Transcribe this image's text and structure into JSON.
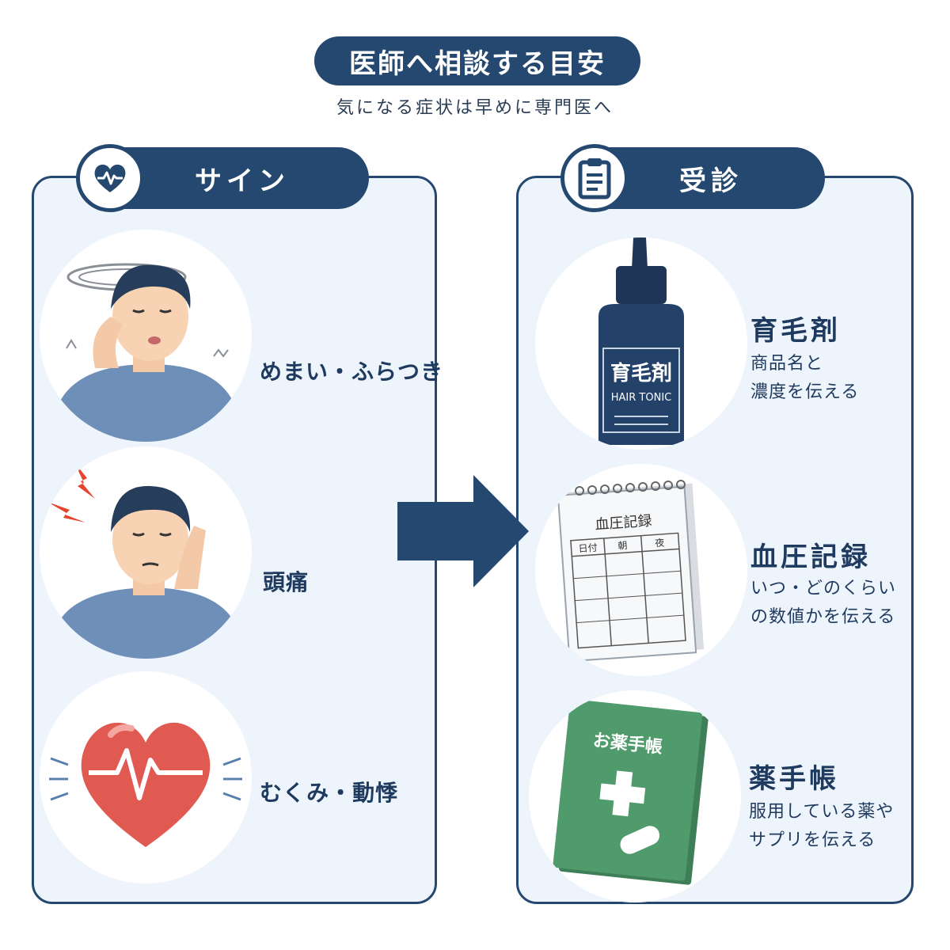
{
  "header": {
    "title": "医師へ相談する目安",
    "subtitle": "気になる症状は早めに専門医へ"
  },
  "left_panel": {
    "heading": "サイン",
    "heading_icon": "heart-pulse-icon",
    "items": [
      {
        "label": "めまい・ふらつき",
        "illustration": "dizzy-man"
      },
      {
        "label": "頭痛",
        "illustration": "headache-man"
      },
      {
        "label": "むくみ・動悸",
        "illustration": "heart-ecg"
      }
    ]
  },
  "right_panel": {
    "heading": "受診",
    "heading_icon": "clipboard-icon",
    "items": [
      {
        "title": "育毛剤",
        "desc_line1": "商品名と",
        "desc_line2": "濃度を伝える",
        "bottle_label": "育毛剤",
        "bottle_sub": "HAIR TONIC"
      },
      {
        "title": "血圧記録",
        "desc_line1": "いつ・どのくらい",
        "desc_line2": "の数値かを伝える",
        "record_title": "血圧記録",
        "record_cols": [
          "日付",
          "朝",
          "夜"
        ]
      },
      {
        "title": "薬手帳",
        "desc_line1": "服用している薬や",
        "desc_line2": "サプリを伝える",
        "book_title": "お薬手帳"
      }
    ]
  },
  "colors": {
    "navy": "#24486f",
    "panel_bg": "#eef4fb",
    "heart_red": "#e05a52",
    "book_green": "#4f9b6c"
  }
}
